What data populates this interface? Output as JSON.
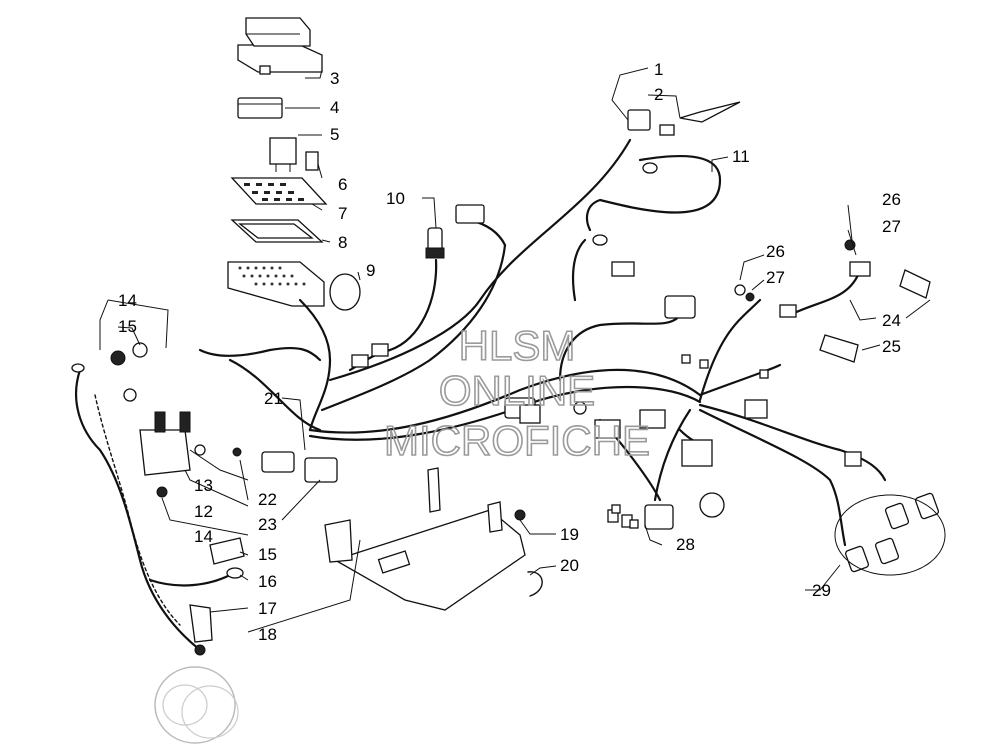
{
  "watermark": {
    "line1": "HLSM",
    "line2": "ONLINE",
    "line3": "MICROFICHE"
  },
  "callouts": [
    {
      "id": "c1",
      "label": "1"
    },
    {
      "id": "c2",
      "label": "2"
    },
    {
      "id": "c3",
      "label": "3"
    },
    {
      "id": "c4",
      "label": "4"
    },
    {
      "id": "c5",
      "label": "5"
    },
    {
      "id": "c6",
      "label": "6"
    },
    {
      "id": "c7",
      "label": "7"
    },
    {
      "id": "c8",
      "label": "8"
    },
    {
      "id": "c9",
      "label": "9"
    },
    {
      "id": "c10",
      "label": "10"
    },
    {
      "id": "c11",
      "label": "11"
    },
    {
      "id": "c12",
      "label": "12"
    },
    {
      "id": "c13",
      "label": "13"
    },
    {
      "id": "c14a",
      "label": "14"
    },
    {
      "id": "c14b",
      "label": "14"
    },
    {
      "id": "c15a",
      "label": "15"
    },
    {
      "id": "c15b",
      "label": "15"
    },
    {
      "id": "c16",
      "label": "16"
    },
    {
      "id": "c17",
      "label": "17"
    },
    {
      "id": "c18",
      "label": "18"
    },
    {
      "id": "c19",
      "label": "19"
    },
    {
      "id": "c20",
      "label": "20"
    },
    {
      "id": "c21",
      "label": "21"
    },
    {
      "id": "c22",
      "label": "22"
    },
    {
      "id": "c23",
      "label": "23"
    },
    {
      "id": "c24",
      "label": "24"
    },
    {
      "id": "c25",
      "label": "25"
    },
    {
      "id": "c26a",
      "label": "26"
    },
    {
      "id": "c26b",
      "label": "26"
    },
    {
      "id": "c27a",
      "label": "27"
    },
    {
      "id": "c27b",
      "label": "27"
    },
    {
      "id": "c28",
      "label": "28"
    },
    {
      "id": "c29",
      "label": "29"
    }
  ]
}
